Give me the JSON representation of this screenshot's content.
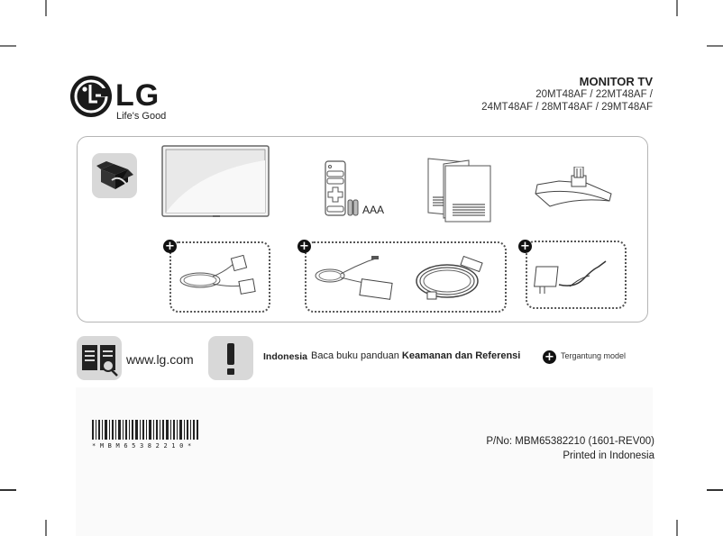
{
  "brand": {
    "name": "LG",
    "tagline": "Life's Good"
  },
  "header": {
    "title": "MONITOR TV",
    "models_line1": "20MT48AF / 22MT48AF /",
    "models_line2": "24MT48AF / 28MT48AF / 29MT48AF"
  },
  "contents": {
    "box_icon": "box-unpack-icon",
    "items": [
      {
        "name": "Monitor TV",
        "icon": "monitor-icon"
      },
      {
        "name": "Remote Control",
        "icon": "remote-icon",
        "label": "AAA"
      },
      {
        "name": "Manuals",
        "icon": "manual-icon"
      },
      {
        "name": "Stand",
        "icon": "stand-icon"
      }
    ],
    "optional_items": [
      {
        "name": "D-sub cable",
        "icon": "dsub-cable-icon"
      },
      {
        "name": "AC-DC Adapter",
        "icon": "adapter-icon"
      },
      {
        "name": "Power cord",
        "icon": "power-cord-icon"
      },
      {
        "name": "AC-DC wall adapter",
        "icon": "wall-adapter-icon"
      }
    ]
  },
  "footer_info": {
    "website": "www.lg.com",
    "language": "Indonesia",
    "instruction_prefix": "Baca buku panduan ",
    "instruction_bold": "Keamanan dan Referensi",
    "legend": "Tergantung model"
  },
  "barcode": {
    "text": "* M B M 6 5 3 8 2 2 1 0 *"
  },
  "part": {
    "number": "P/No: MBM65382210 (1601-REV00)",
    "printed": "Printed in Indonesia"
  }
}
